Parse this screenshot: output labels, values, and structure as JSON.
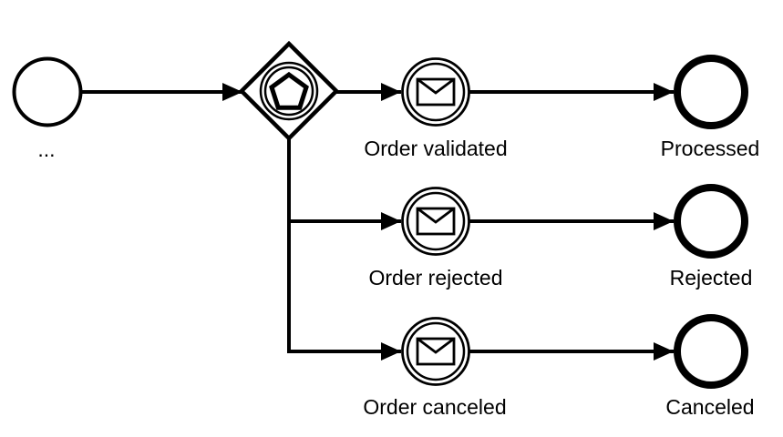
{
  "diagram": {
    "type": "bpmn-process",
    "colors": {
      "background": "#ffffff",
      "stroke": "#000000",
      "fill": "#ffffff"
    },
    "start_event": {
      "label": "..."
    },
    "gateway": {
      "kind": "event-based-gateway",
      "icon": "pentagon-in-double-circle"
    },
    "branches": [
      {
        "event_label": "Order validated",
        "event_icon": "message-envelope",
        "end_label": "Processed"
      },
      {
        "event_label": "Order rejected",
        "event_icon": "message-envelope",
        "end_label": "Rejected"
      },
      {
        "event_label": "Order canceled",
        "event_icon": "message-envelope",
        "end_label": "Canceled"
      }
    ]
  }
}
